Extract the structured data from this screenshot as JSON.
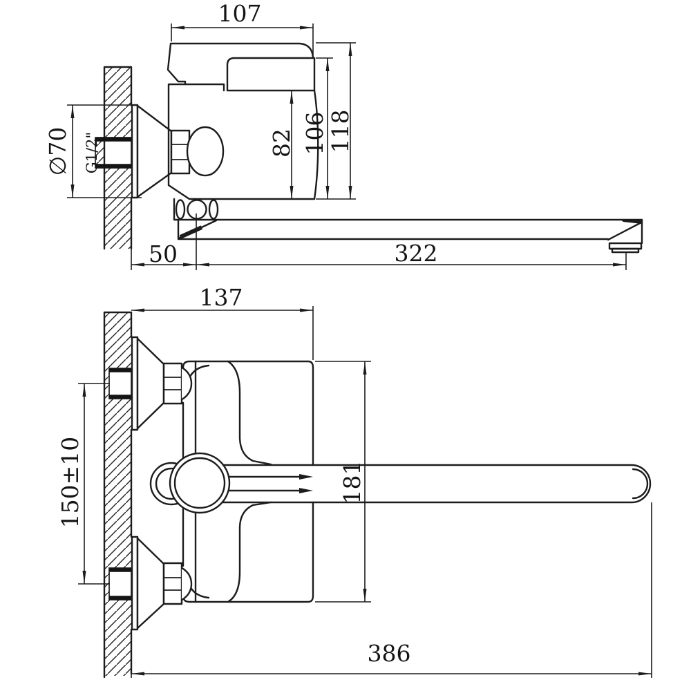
{
  "drawing": {
    "product": "Wall-mounted single-lever bath mixer with long swivel spout",
    "views": {
      "side_view": {
        "labels": {
          "handle_length": "107",
          "body_height": "82",
          "deck_height": "106",
          "total_height": "118",
          "escutcheon_diameter": "∅70",
          "thread_size": "G1/2\"",
          "wall_offset": "50",
          "spout_reach": "322"
        }
      },
      "front_view": {
        "labels": {
          "body_width": "137",
          "inlet_spacing": "150±10",
          "body_height": "181",
          "overall_reach": "386"
        }
      }
    }
  }
}
